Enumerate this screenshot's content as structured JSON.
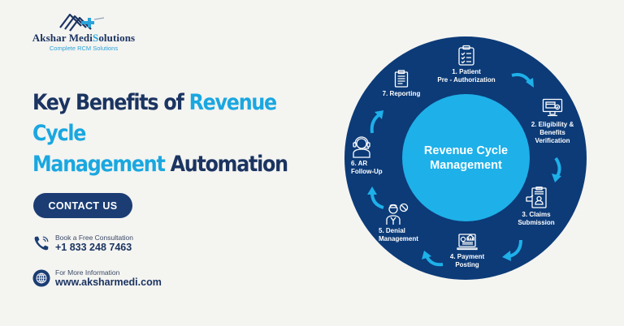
{
  "brand": {
    "name_part1": "Akshar Medi",
    "name_s": "S",
    "name_part2": "olutions",
    "tagline": "Complete RCM Solutions"
  },
  "headline": {
    "part1": "Key Benefits of ",
    "highlight1": "Revenue Cycle",
    "highlight2": "Management",
    "part2": " Automation"
  },
  "cta": {
    "contact_label": "CONTACT US"
  },
  "contact": {
    "phone_label": "Book a Free Consultation",
    "phone_value": "+1 833 248 7463",
    "web_label": "For More Information",
    "web_value": "www.aksharmedi.com"
  },
  "diagram": {
    "center_title_line1": "Revenue Cycle",
    "center_title_line2": "Management",
    "steps": [
      {
        "line1": "1. Patient",
        "line2": "Pre - Authorization",
        "icon": "clipboard-checklist-icon"
      },
      {
        "line1": "2. Eligibility &",
        "line2": "Benefits",
        "line3": "Verification",
        "icon": "monitor-card-icon"
      },
      {
        "line1": "3. Claims",
        "line2": "Submission",
        "icon": "claim-form-icon"
      },
      {
        "line1": "4. Payment",
        "line2": "Posting",
        "icon": "laptop-payment-icon"
      },
      {
        "line1": "5. Denial",
        "line2": "Management",
        "icon": "agent-denied-icon"
      },
      {
        "line1": "6. AR",
        "line2": "Follow-Up",
        "icon": "headset-agent-icon"
      },
      {
        "line1": "7. Reporting",
        "icon": "report-clipboard-icon"
      }
    ]
  },
  "colors": {
    "background": "#f4f4f1",
    "navy": "#1b3461",
    "circle_navy": "#0c3b78",
    "cyan": "#1eb0e9",
    "button": "#1b3d73"
  }
}
